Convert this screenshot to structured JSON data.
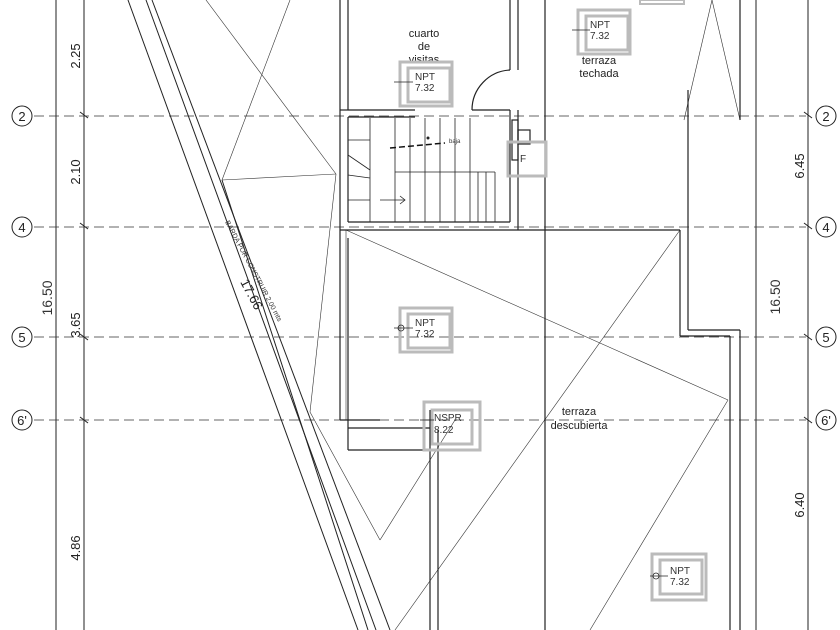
{
  "axes": {
    "left": [
      "2",
      "4",
      "5",
      "6'"
    ],
    "right": [
      "2",
      "4",
      "5",
      "6'"
    ]
  },
  "dimensions": {
    "left_segments": [
      "2.25",
      "2.10",
      "3.65",
      "4.86"
    ],
    "left_total": "16.50",
    "right_segments": [
      "6.45",
      "6.40"
    ],
    "right_total": "16.50"
  },
  "rooms": {
    "cuarto_line1": "cuarto",
    "cuarto_line2": "de",
    "cuarto_line3": "visitas",
    "terraza_techada_line1": "terraza",
    "terraza_techada_line2": "techada",
    "terraza_descubierta_line1": "terraza",
    "terraza_descubierta_line2": "descubierta"
  },
  "levels": {
    "npt_label": "NPT",
    "npt_value": "7.32",
    "nspr_label": "NSPR",
    "nspr_value": "8.22"
  },
  "annotations": {
    "barda": "BARDA POR CONSTRUIR 2.00 mts",
    "barda_length": "17.66",
    "baja": "baja",
    "f_mark": "F"
  }
}
